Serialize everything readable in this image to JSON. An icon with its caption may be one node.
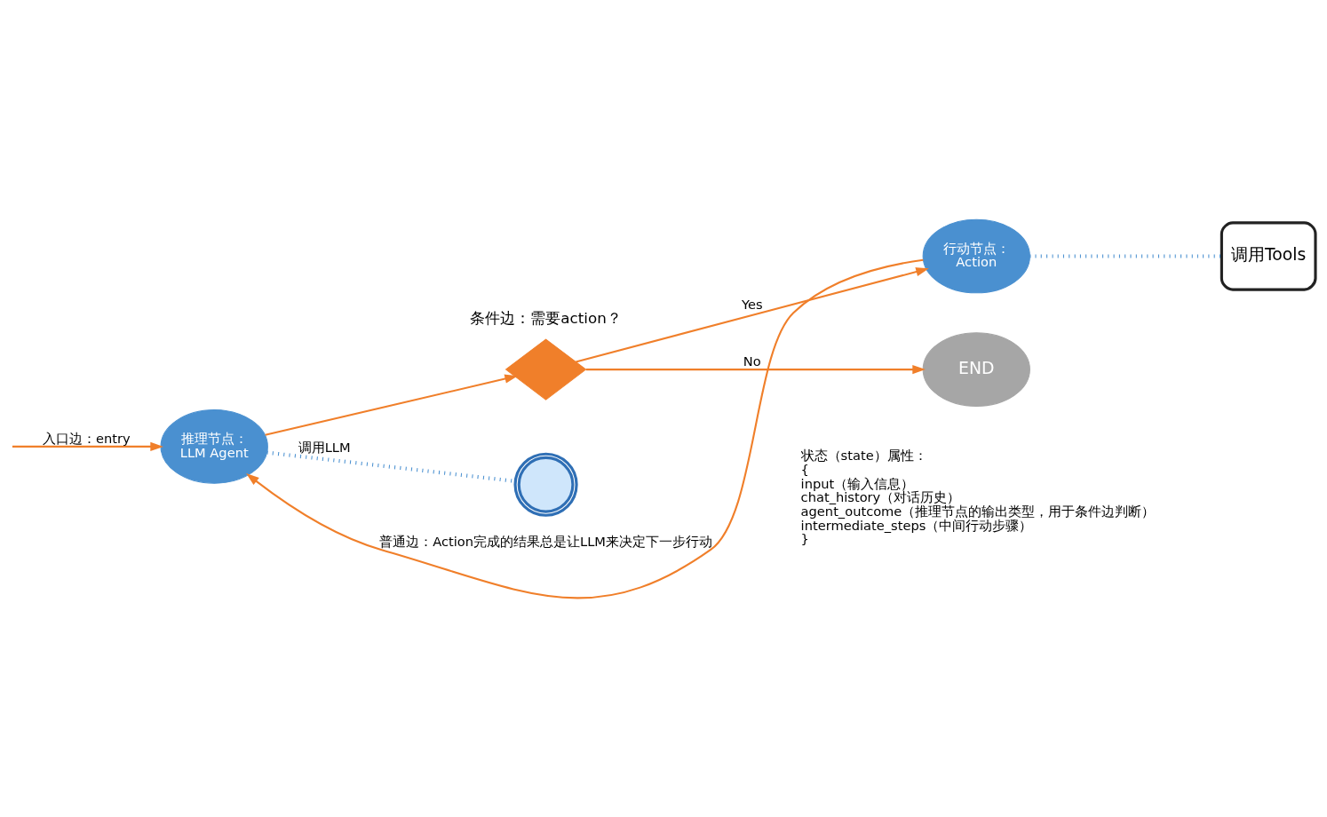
{
  "diagram": {
    "nodes": [
      {
        "text": [
          "推理节点：",
          "LLM Agent"
        ]
      },
      {
        "text": [],
        "shape": "diamond",
        "beside": [
          "条件边：需要action？"
        ]
      },
      {
        "text": [
          "行动节点：",
          "Action"
        ]
      },
      {
        "text": [
          "END"
        ]
      },
      {
        "text": [
          "调用Tools"
        ]
      },
      {
        "text": [],
        "shape": "picture"
      }
    ],
    "edges": [
      {
        "from": null,
        "to": 0,
        "arrow": "to",
        "label": "入口边：entry"
      },
      {
        "from": 0,
        "to": 1,
        "arrow": "to"
      },
      {
        "from": 1,
        "to": 2,
        "arrow": "to",
        "label": "Yes"
      },
      {
        "from": 1,
        "to": 3,
        "arrow": "to",
        "label": "No"
      },
      {
        "from": 2,
        "to": 0,
        "arrow": "to",
        "label": "普通边：Action完成的结果总是让LLM来决定下一步行动"
      },
      {
        "from": 0,
        "to": 5,
        "arrow": "none",
        "label": "调用LLM",
        "style": "dashed",
        "color": "#4a90d0"
      },
      {
        "from": 2,
        "to": 4,
        "arrow": "none",
        "style": "dashed",
        "color": "#4a90d0"
      }
    ],
    "labels": [
      "状态（state）属性：",
      "{",
      "input（输入信息）",
      "chat_history（对话历史）",
      "agent_outcome（推理节点的输出类型，用于条件边判断）",
      "intermediate_steps（中间行动步骤）",
      "}"
    ]
  }
}
